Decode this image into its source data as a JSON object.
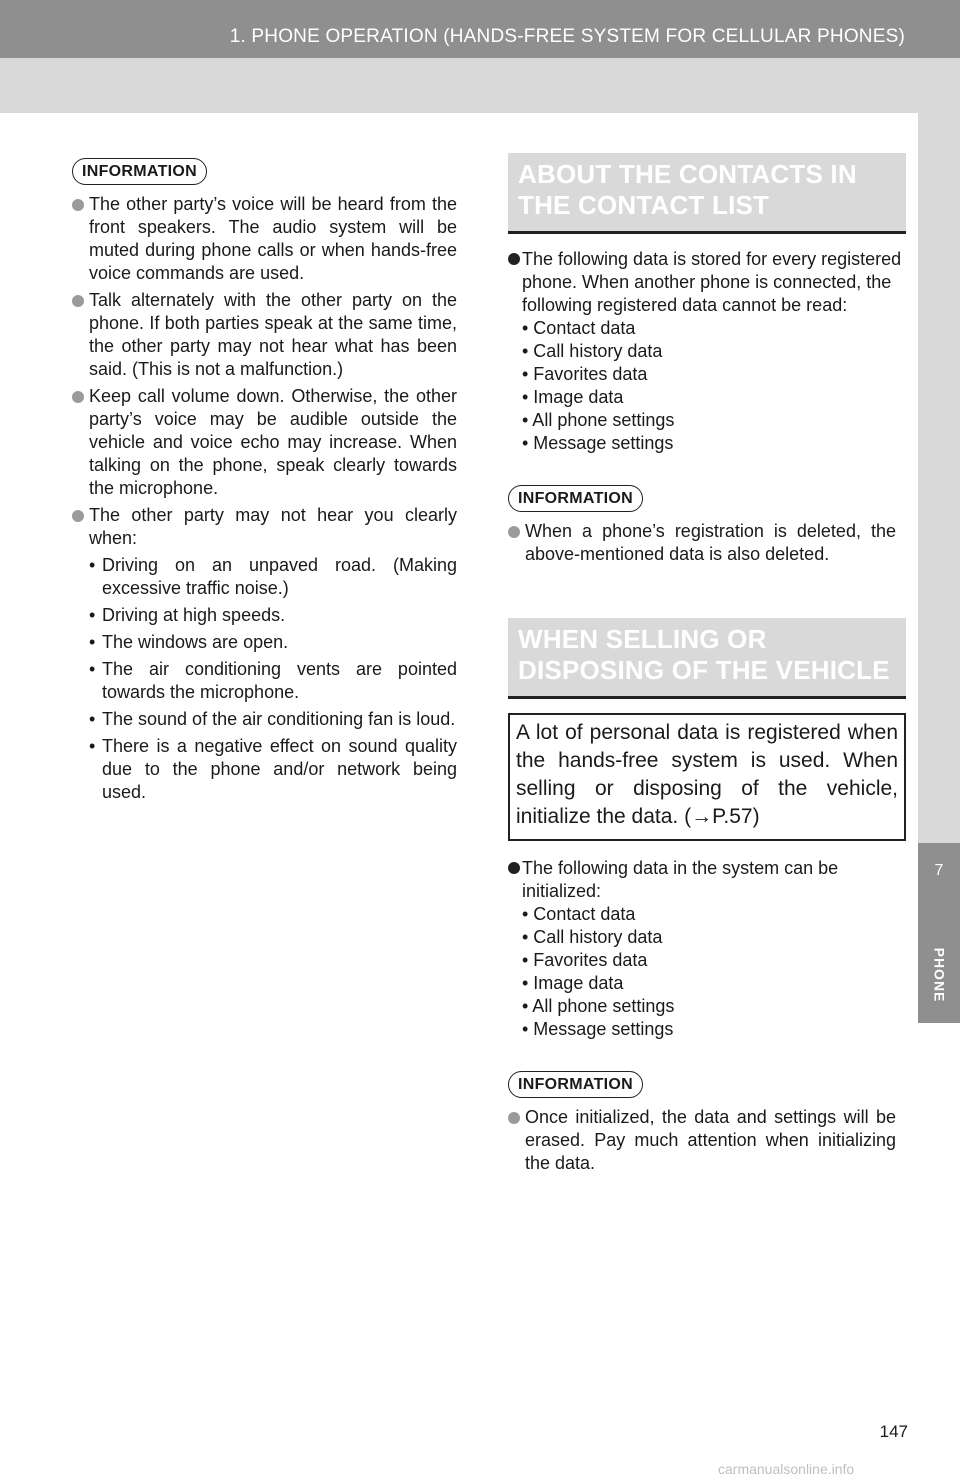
{
  "header": {
    "title": "1. PHONE OPERATION (HANDS-FREE SYSTEM FOR CELLULAR PHONES)"
  },
  "side_tab": {
    "number": "7",
    "label": "PHONE"
  },
  "left_info": {
    "badge": "INFORMATION",
    "bullets": [
      "The other party’s voice will be heard from the front speakers. The audio system will be muted during phone calls or when hands-free voice commands are used.",
      "Talk alternately with the other party on the phone. If both parties speak at the same time, the other party may not hear what has been said. (This is not a malfunction.)",
      "Keep call volume down. Otherwise, the other party’s voice may be audible outside the vehicle and voice echo may increase. When talking on the phone, speak clearly towards the microphone.",
      "The other party may not hear you clearly when:"
    ],
    "sub_items": [
      "Driving on an unpaved road. (Making excessive traffic noise.)",
      "Driving at high speeds.",
      "The windows are open.",
      "The air conditioning vents are pointed towards the microphone.",
      "The sound of the air conditioning fan is loud.",
      "There is a negative effect on sound quality due to the phone and/or network being used."
    ]
  },
  "contacts_section": {
    "heading_line1": "ABOUT THE CONTACTS IN",
    "heading_line2": "THE CONTACT LIST",
    "intro": "The following data is stored for every registered phone. When another phone is connected, the following registered data cannot be read:",
    "items": [
      "• Contact data",
      "• Call history data",
      "• Favorites data",
      "• Image data",
      "• All phone settings",
      "• Message settings"
    ],
    "info_badge": "INFORMATION",
    "info_text": "When a phone’s registration is deleted, the above-mentioned data is also deleted."
  },
  "selling_section": {
    "heading_line1": "WHEN SELLING OR",
    "heading_line2": "DISPOSING OF THE VEHICLE",
    "boxed_text": "A lot of personal data is registered when the hands-free system is used. When selling or disposing of the vehicle, initialize the data. (→P.57)",
    "intro": "The following data in the system can be initialized:",
    "items": [
      "• Contact data",
      "• Call history data",
      "• Favorites data",
      "• Image data",
      "• All phone settings",
      "• Message settings"
    ],
    "info_badge": "INFORMATION",
    "info_text": "Once initialized, the data and settings will be erased. Pay much attention when initializing the data."
  },
  "footer": {
    "page_number": "147",
    "watermark": "carmanualsonline.info"
  }
}
